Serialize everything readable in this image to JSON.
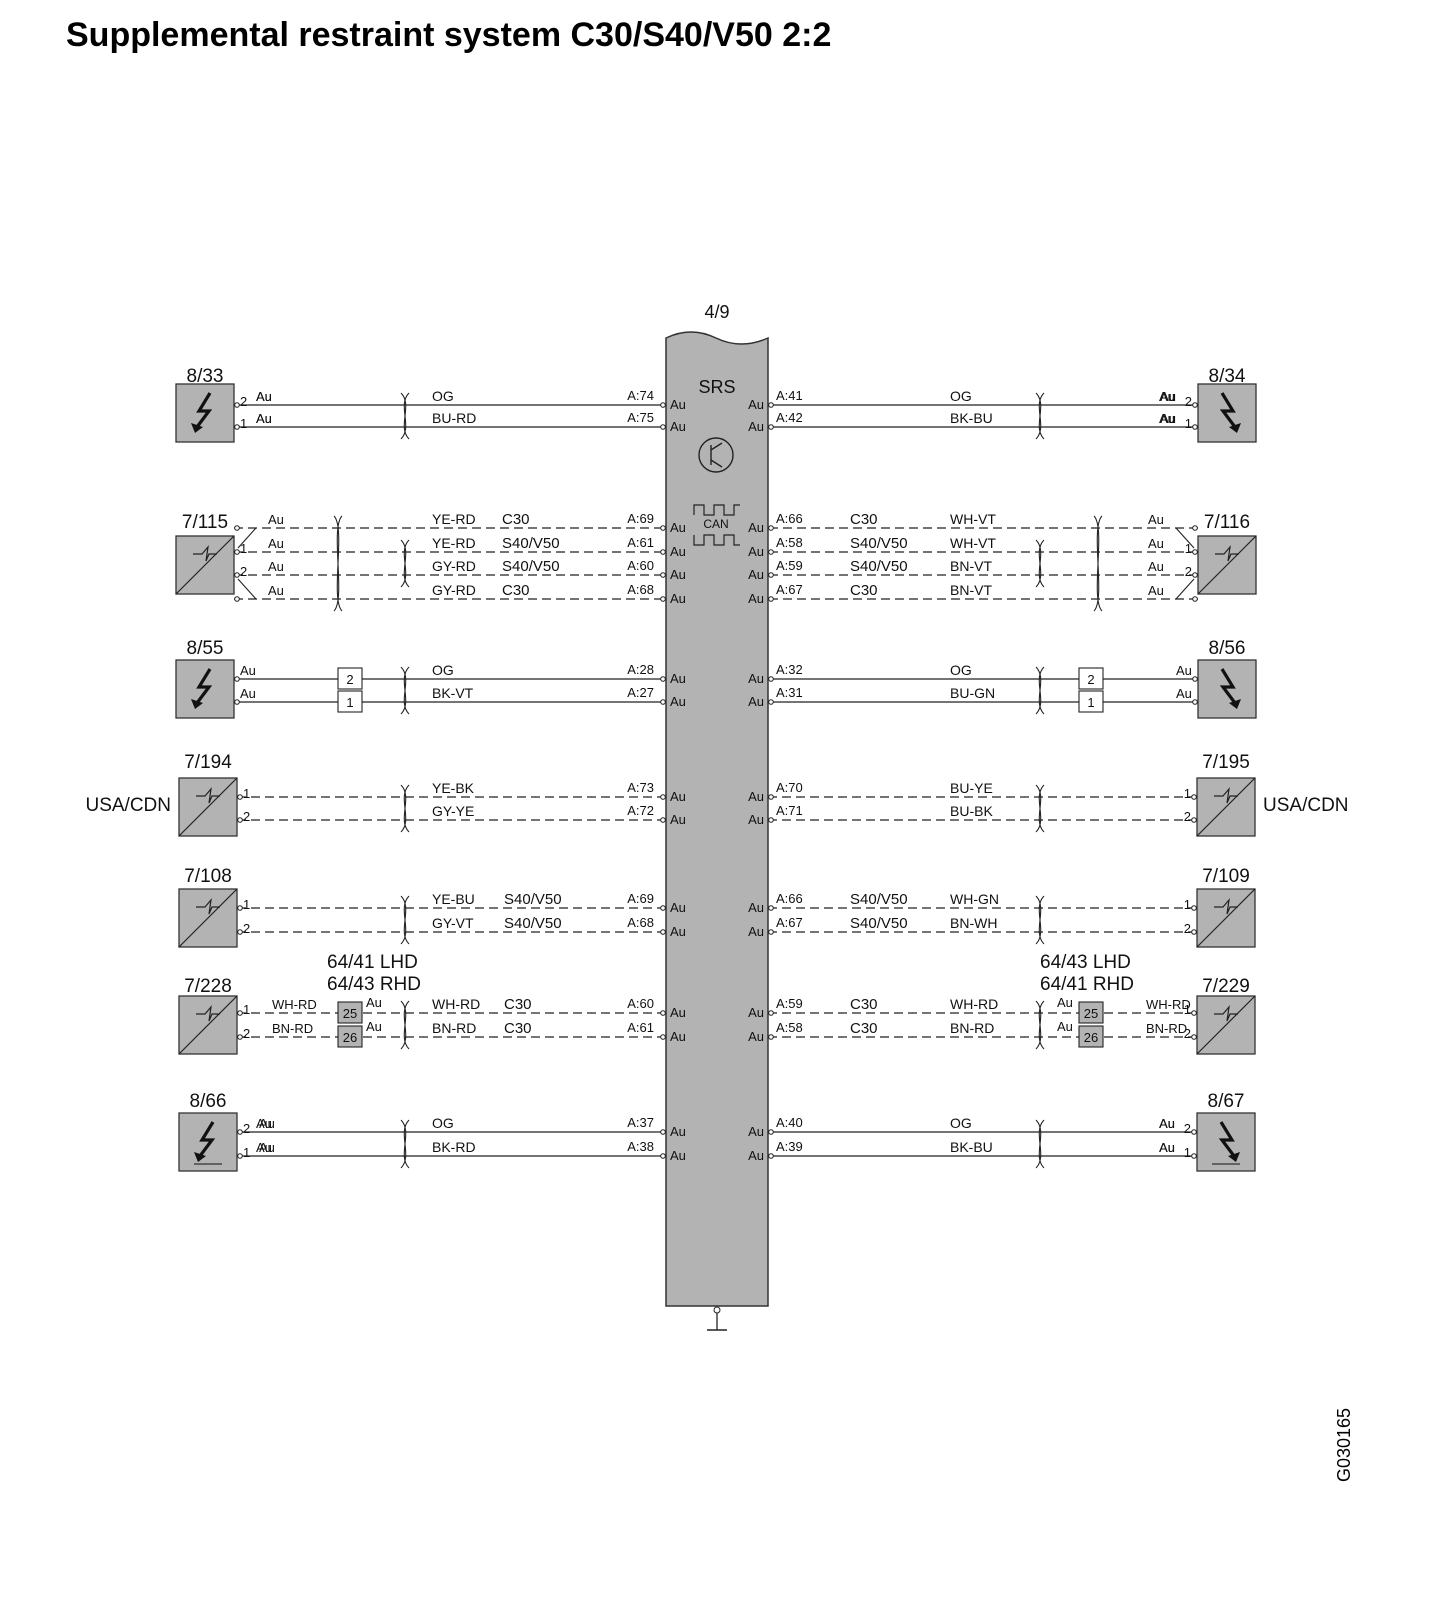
{
  "title": "Supplemental restraint system C30/S40/V50 2:2",
  "doc_ref": "G030165",
  "module": {
    "id": "4/9",
    "name": "SRS",
    "bus": "CAN",
    "pin_metal": "Au"
  },
  "left_rows": [
    {
      "component": "8/33",
      "type": "pretensioner",
      "dashed": false,
      "terminals": [
        "2",
        "1"
      ],
      "contact": "Au",
      "wire_labels": [
        "Au",
        "Au"
      ],
      "colors": [
        "OG",
        "BU-RD"
      ],
      "variants": [
        "",
        ""
      ],
      "pins": [
        "A:74",
        "A:75"
      ],
      "conn": null
    },
    {
      "component": "7/115",
      "type": "curtain",
      "dashed": true,
      "terminals": [
        "1",
        "2"
      ],
      "contact": "",
      "wire_labels": [
        "Au",
        "Au",
        "Au",
        "Au"
      ],
      "colors": [
        "YE-RD",
        "YE-RD",
        "GY-RD",
        "GY-RD"
      ],
      "variants": [
        "C30",
        "S40/V50",
        "S40/V50",
        "C30"
      ],
      "pins": [
        "A:69",
        "A:61",
        "A:60",
        "A:68"
      ],
      "conn": null
    },
    {
      "component": "8/55",
      "type": "pretensioner",
      "dashed": false,
      "terminals": [
        "",
        ""
      ],
      "contact": "",
      "wire_labels": [
        "Au",
        "Au"
      ],
      "colors": [
        "OG",
        "BK-VT"
      ],
      "variants": [
        "",
        ""
      ],
      "pins": [
        "A:28",
        "A:27"
      ],
      "conn": {
        "pins": [
          "2",
          "1"
        ],
        "shaded": false,
        "right_labels": [
          "",
          ""
        ]
      }
    },
    {
      "component": "7/194",
      "type": "sensor",
      "dashed": true,
      "side_label": "USA/CDN",
      "terminals": [
        "1",
        "2"
      ],
      "contact": "",
      "wire_labels": [
        "",
        ""
      ],
      "colors": [
        "YE-BK",
        "GY-YE"
      ],
      "variants": [
        "",
        ""
      ],
      "pins": [
        "A:73",
        "A:72"
      ],
      "conn": null
    },
    {
      "component": "7/108",
      "type": "curtain",
      "dashed": true,
      "terminals": [
        "1",
        "2"
      ],
      "contact": "",
      "wire_labels": [
        "",
        ""
      ],
      "colors": [
        "YE-BU",
        "GY-VT"
      ],
      "variants": [
        "S40/V50",
        "S40/V50"
      ],
      "pins": [
        "A:69",
        "A:68"
      ],
      "conn": null
    },
    {
      "component": "7/228",
      "type": "curtain",
      "dashed": true,
      "terminals": [
        "1",
        "2"
      ],
      "contact": "",
      "wire_labels": [
        "WH-RD",
        "BN-RD"
      ],
      "colors": [
        "WH-RD",
        "BN-RD"
      ],
      "variants": [
        "C30",
        "C30"
      ],
      "pins": [
        "A:60",
        "A:61"
      ],
      "conn": {
        "pins": [
          "25",
          "26"
        ],
        "shaded": true,
        "right_labels": [
          "Au",
          "Au"
        ],
        "ref": [
          "64/41 LHD",
          "64/43 RHD"
        ]
      }
    },
    {
      "component": "8/66",
      "type": "pretensioner2",
      "dashed": false,
      "terminals": [
        "2",
        "1"
      ],
      "contact": "Au",
      "wire_labels": [
        "Au",
        "Au"
      ],
      "colors": [
        "OG",
        "BK-RD"
      ],
      "variants": [
        "",
        ""
      ],
      "pins": [
        "A:37",
        "A:38"
      ],
      "conn": null
    }
  ],
  "right_rows": [
    {
      "component": "8/34",
      "type": "pretensioner",
      "dashed": false,
      "terminals": [
        "2",
        "1"
      ],
      "contact": "Au",
      "wire_labels": [
        "Au",
        "Au"
      ],
      "colors": [
        "OG",
        "BK-BU"
      ],
      "variants": [
        "",
        ""
      ],
      "pins": [
        "A:41",
        "A:42"
      ],
      "conn": null
    },
    {
      "component": "7/116",
      "type": "curtain",
      "dashed": true,
      "terminals": [
        "1",
        "2"
      ],
      "contact": "",
      "wire_labels": [
        "Au",
        "Au",
        "Au",
        "Au"
      ],
      "colors": [
        "WH-VT",
        "WH-VT",
        "BN-VT",
        "BN-VT"
      ],
      "variants": [
        "C30",
        "S40/V50",
        "S40/V50",
        "C30"
      ],
      "pins": [
        "A:66",
        "A:58",
        "A:59",
        "A:67"
      ],
      "conn": null
    },
    {
      "component": "8/56",
      "type": "pretensioner",
      "dashed": false,
      "terminals": [
        "",
        ""
      ],
      "contact": "",
      "wire_labels": [
        "Au",
        "Au"
      ],
      "colors": [
        "OG",
        "BU-GN"
      ],
      "variants": [
        "",
        ""
      ],
      "pins": [
        "A:32",
        "A:31"
      ],
      "conn": {
        "pins": [
          "2",
          "1"
        ],
        "shaded": false,
        "right_labels": [
          "",
          ""
        ]
      }
    },
    {
      "component": "7/195",
      "type": "sensor",
      "dashed": true,
      "side_label": "USA/CDN",
      "terminals": [
        "1",
        "2"
      ],
      "contact": "",
      "wire_labels": [
        "",
        ""
      ],
      "colors": [
        "BU-YE",
        "BU-BK"
      ],
      "variants": [
        "",
        ""
      ],
      "pins": [
        "A:70",
        "A:71"
      ],
      "conn": null
    },
    {
      "component": "7/109",
      "type": "curtain",
      "dashed": true,
      "terminals": [
        "1",
        "2"
      ],
      "contact": "",
      "wire_labels": [
        "",
        ""
      ],
      "colors": [
        "WH-GN",
        "BN-WH"
      ],
      "variants": [
        "S40/V50",
        "S40/V50"
      ],
      "pins": [
        "A:66",
        "A:67"
      ],
      "conn": null
    },
    {
      "component": "7/229",
      "type": "curtain",
      "dashed": true,
      "terminals": [
        "1",
        "2"
      ],
      "contact": "",
      "wire_labels": [
        "WH-RD",
        "BN-RD"
      ],
      "colors": [
        "WH-RD",
        "BN-RD"
      ],
      "variants": [
        "C30",
        "C30"
      ],
      "pins": [
        "A:59",
        "A:58"
      ],
      "conn": {
        "pins": [
          "25",
          "26"
        ],
        "shaded": true,
        "right_labels": [
          "Au",
          "Au"
        ],
        "ref": [
          "64/43 LHD",
          "64/41 RHD"
        ]
      }
    },
    {
      "component": "8/67",
      "type": "pretensioner2",
      "dashed": false,
      "terminals": [
        "2",
        "1"
      ],
      "contact": "Au",
      "wire_labels": [
        "Au",
        "Au"
      ],
      "colors": [
        "OG",
        "BK-BU"
      ],
      "variants": [
        "",
        ""
      ],
      "pins": [
        "A:40",
        "A:39"
      ],
      "conn": null
    }
  ]
}
